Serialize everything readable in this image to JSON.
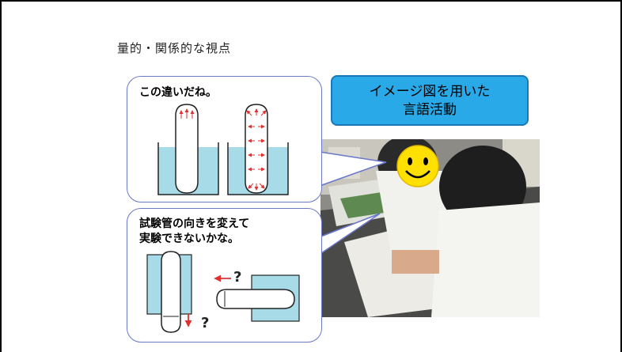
{
  "slide": {
    "viewpoint_label": "量的・関係的な視点",
    "bubble_top_text": "この違いだね。",
    "bubble_bottom_text_line1": "試験管の向きを変えて",
    "bubble_bottom_text_line2": "実験できないかな。",
    "tag_line1": "イメージ図を用いた",
    "tag_line2": "言語活動",
    "question_mark": "?"
  },
  "colors": {
    "water": "#a8dbe8",
    "arrow": "#e03030",
    "tag_fill": "#29a9e8",
    "bubble_border": "#6a78c8",
    "smiley": "#ffe000"
  }
}
